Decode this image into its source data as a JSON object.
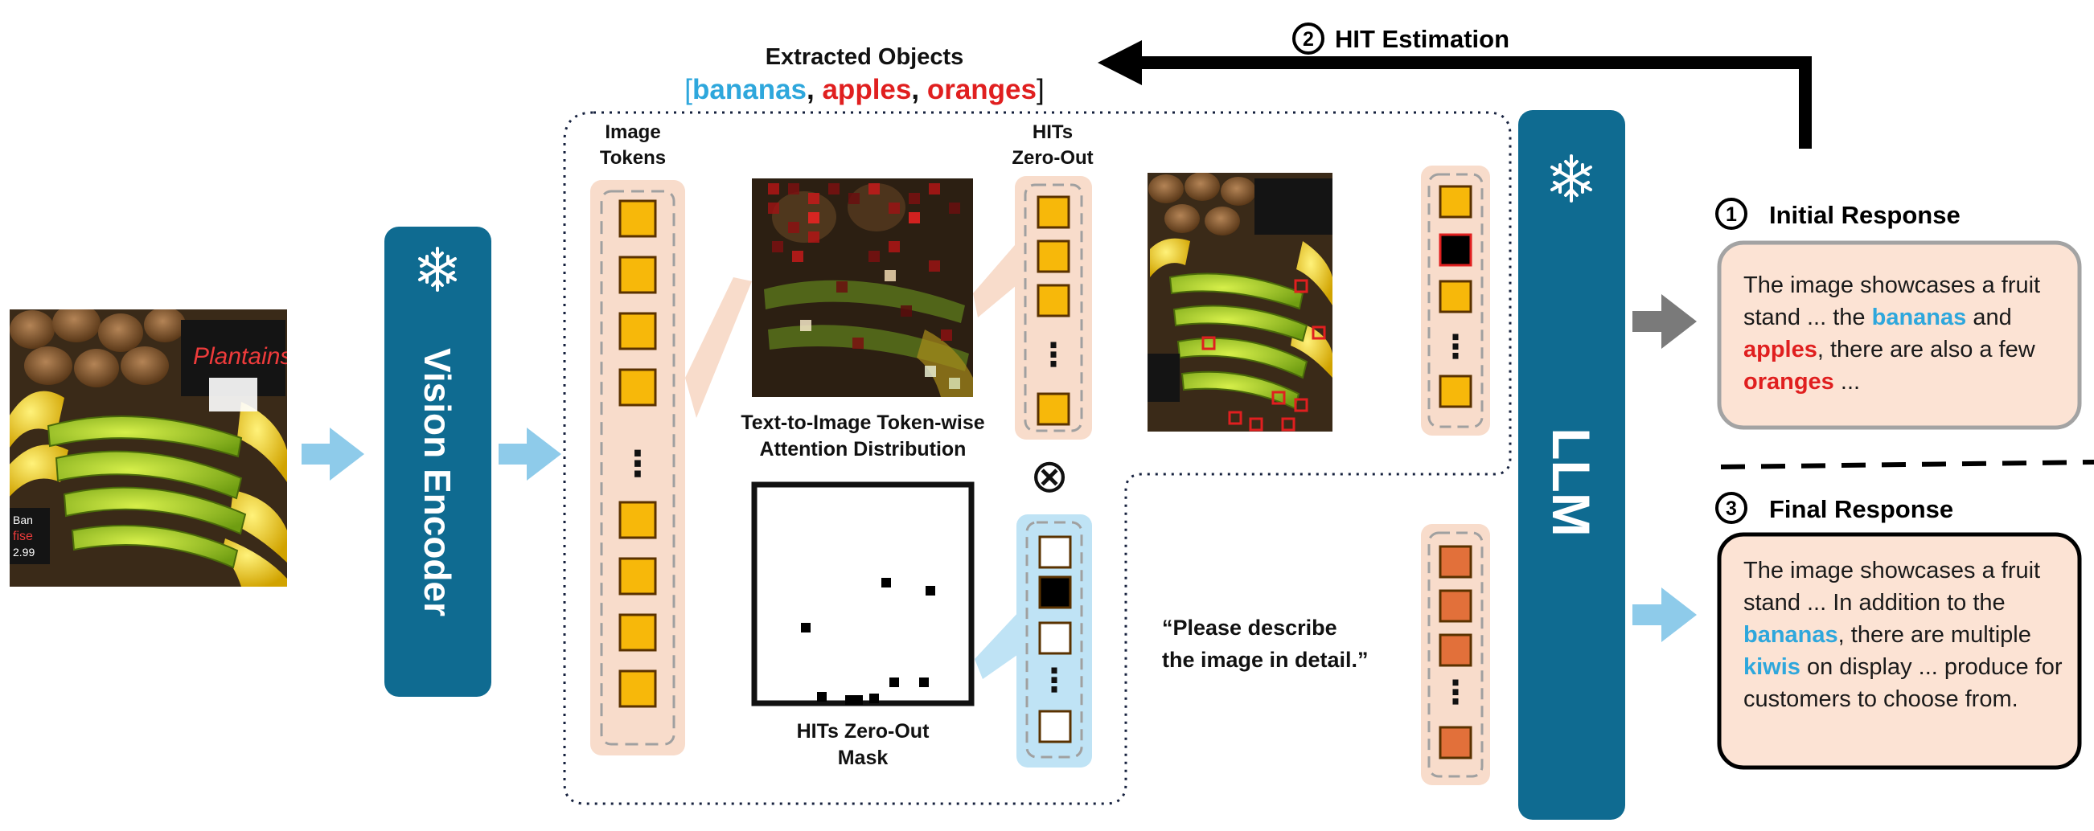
{
  "diagram": {
    "step_hit": {
      "num": "2",
      "label": "HIT Estimation"
    },
    "extracted": {
      "title": "Extracted Objects",
      "open": "[",
      "items": [
        {
          "text": "bananas",
          "color": "#2ea7dc"
        },
        {
          "text": ", ",
          "color": "#111111"
        },
        {
          "text": "apples",
          "color": "#e01f1f"
        },
        {
          "text": ", ",
          "color": "#111111"
        },
        {
          "text": "oranges",
          "color": "#e01f1f"
        }
      ],
      "close": "]"
    },
    "image_tokens_label": [
      "Image",
      "Tokens"
    ],
    "hits_zero_out_label": [
      "HITs",
      "Zero-Out"
    ],
    "attention_caption": [
      "Text-to-Image Token-wise",
      "Attention Distribution"
    ],
    "mask_caption": [
      "HITs Zero-Out",
      "Mask"
    ],
    "otimes": "⊗",
    "vision_encoder": "Vision Encoder",
    "llm": "LLM",
    "prompt": [
      "“Please describe",
      "the image in detail.”"
    ],
    "ellipsis": "⋮",
    "snowflake_icon": "snowflake-icon",
    "photo_sign_text": "Plantains",
    "photo_small_text": [
      "Ban",
      "fise",
      "2.99"
    ],
    "initial": {
      "num": "1",
      "title": "Initial Response",
      "segments": [
        {
          "t": "The image showcases a fruit stand ... the ",
          "c": "plain"
        },
        {
          "t": "bananas",
          "c": "blue"
        },
        {
          "t": " and ",
          "c": "plain"
        },
        {
          "t": "apples",
          "c": "red"
        },
        {
          "t": ", there are also a few ",
          "c": "plain"
        },
        {
          "t": "oranges",
          "c": "red"
        },
        {
          "t": " ...",
          "c": "plain"
        }
      ]
    },
    "final": {
      "num": "3",
      "title": "Final Response",
      "segments": [
        {
          "t": "The image showcases a fruit stand ... In addition to the ",
          "c": "plain"
        },
        {
          "t": "bananas",
          "c": "blue"
        },
        {
          "t": ", there are multiple ",
          "c": "plain"
        },
        {
          "t": "kiwis",
          "c": "blue"
        },
        {
          "t": " on display ... produce for customers to choose from.",
          "c": "plain"
        }
      ]
    },
    "colors": {
      "encoder_blue": "#0f6b91",
      "arrow_light_blue": "#8ecbea",
      "arrow_gray": "#7a7a7a",
      "token_orange": "#f7b80a",
      "token_dark_orange": "#e2703a",
      "token_bg": "#f8dccb",
      "mask_bg": "#bfe3f5",
      "response_bg": "#fce3d4"
    }
  }
}
